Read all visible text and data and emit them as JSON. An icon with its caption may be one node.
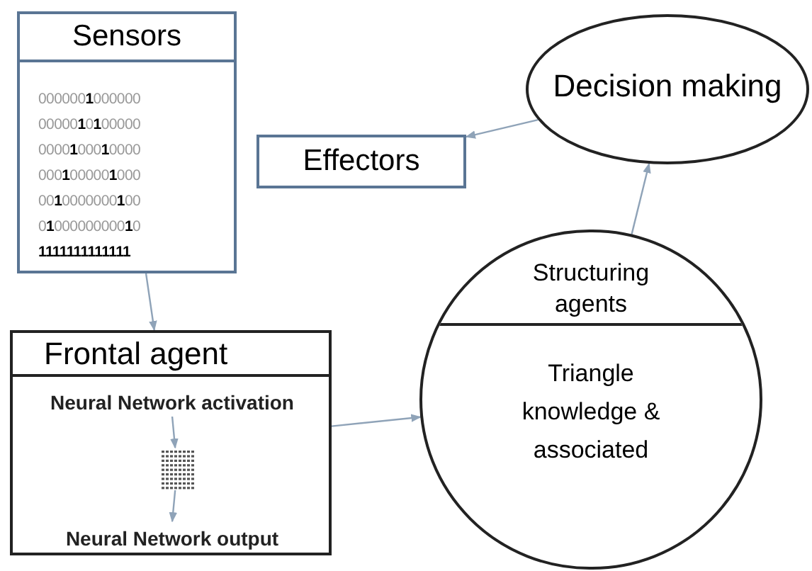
{
  "diagram": {
    "nodes": [
      {
        "text": [
          "Sensors",
          "000000**1**000000",
          "00000**1**0**1**00000",
          "0000**1**000**1**0000",
          "000**1**00000**1**000",
          "00**1**0000000**1**00",
          "0**1**000000000**1**0",
          "**1111111111111**"
        ]
      },
      {
        "text": [
          "Frontal agent"
        ]
      },
      {
        "text": [
          "Neural Network activation"
        ],
        "in": 1
      },
      {
        "text": [],
        "shape": "grid",
        "in": 1
      },
      {
        "text": [
          "Neural Network output"
        ],
        "in": 1
      },
      {
        "text": [
          "Effectors"
        ]
      },
      {
        "text": [
          "Decision making"
        ]
      },
      {
        "text": [
          "Structuring agents",
          "Triangle knowledge & associated"
        ]
      }
    ],
    "edges": [
      {
        "from": 0,
        "to": 1,
        "arrow": "to"
      },
      {
        "from": 2,
        "to": 3,
        "arrow": "to"
      },
      {
        "from": 3,
        "to": 4,
        "arrow": "to"
      },
      {
        "from": 1,
        "to": 7,
        "arrow": "to"
      },
      {
        "from": 7,
        "to": 6,
        "arrow": "to"
      },
      {
        "from": 6,
        "to": 5,
        "arrow": "to"
      }
    ]
  }
}
